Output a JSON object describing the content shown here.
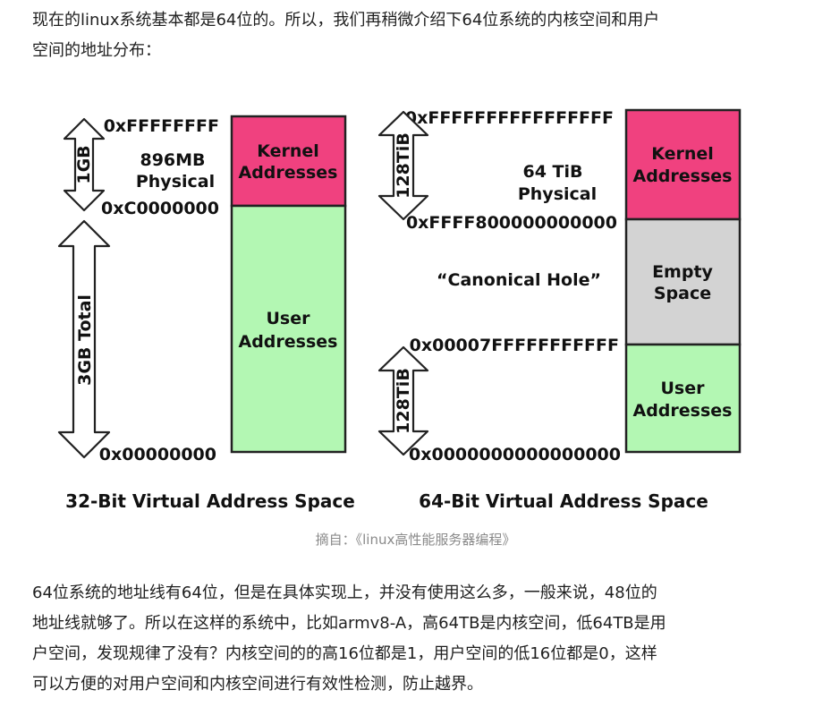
{
  "intro": {
    "line1": "现在的linux系统基本都是64位的。所以，我们再稍微介绍下64位系统的内核空间和用户",
    "line2": "空间的地址分布："
  },
  "figure": {
    "left": {
      "title": "32-Bit Virtual Address Space",
      "addr_top": "0xFFFFFFFF",
      "addr_mid": "0xC0000000",
      "addr_bottom": "0x00000000",
      "span_top": "1GB",
      "span_bottom": "3GB Total",
      "physical_line1": "896MB",
      "physical_line2": "Physical",
      "kernel_line1": "Kernel",
      "kernel_line2": "Addresses",
      "user_line1": "User",
      "user_line2": "Addresses"
    },
    "right": {
      "title": "64-Bit Virtual Address Space",
      "addr_top": "0xFFFFFFFFFFFFFFFF",
      "addr_kernel_low": "0xFFFF800000000000",
      "addr_user_high": "0x00007FFFFFFFFFFF",
      "addr_bottom": "0x0000000000000000",
      "span_top": "128TiB",
      "span_bottom": "128TiB",
      "physical_line1": "64 TiB",
      "physical_line2": "Physical",
      "hole_label": "“Canonical Hole”",
      "kernel_line1": "Kernel",
      "kernel_line2": "Addresses",
      "empty_line1": "Empty",
      "empty_line2": "Space",
      "user_line1": "User",
      "user_line2": "Addresses"
    },
    "colors": {
      "kernel": "#f0417f",
      "user": "#b3f7b3",
      "empty": "#d3d3d3"
    }
  },
  "caption": "摘自：《linux高性能服务器编程》",
  "body": {
    "line1": "64位系统的地址线有64位，但是在具体实现上，并没有使用这么多，一般来说，48位的",
    "line2": "地址线就够了。所以在这样的系统中，比如armv8-A，高64TB是内核空间，低64TB是用",
    "line3": "户空间，发现规律了没有？内核空间的的高16位都是1，用户空间的低16位都是0，这样",
    "line4": "可以方便的对用户空间和内核空间进行有效性检测，防止越界。"
  }
}
